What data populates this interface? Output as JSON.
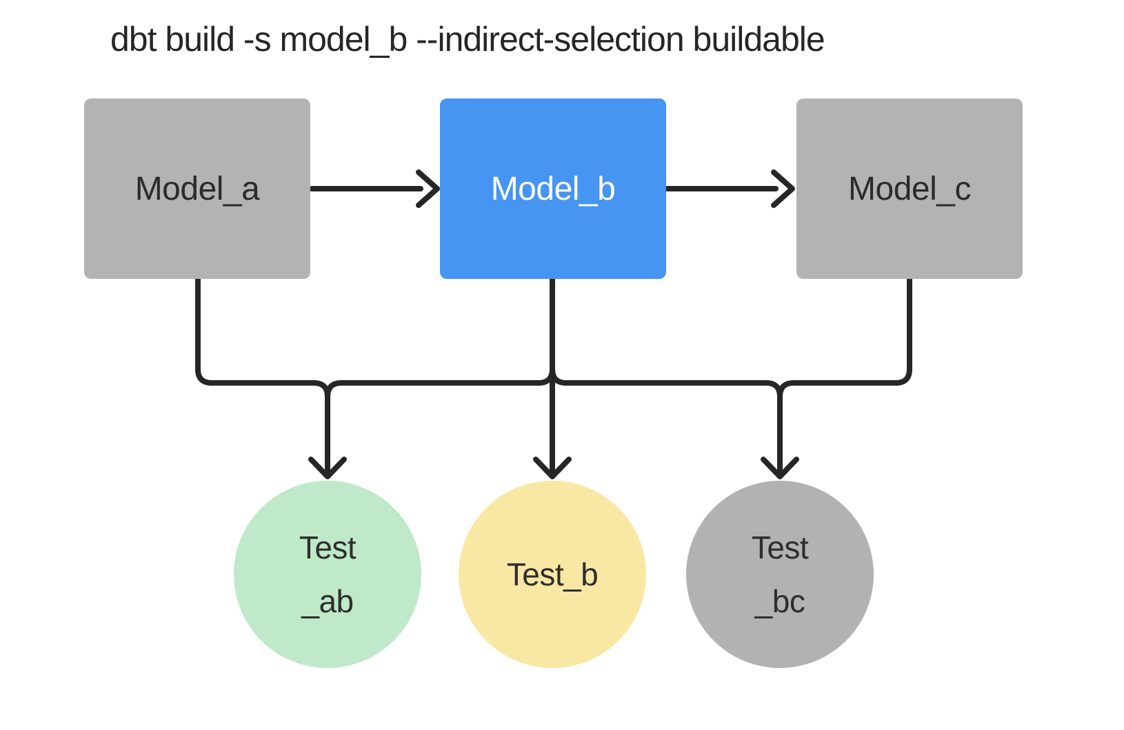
{
  "title": "dbt build -s model_b --indirect-selection buildable",
  "colors": {
    "background": "#ffffff",
    "selected_model_blue": "#4695f2",
    "unselected_gray": "#b3b3b3",
    "test_green": "#bfe9c8",
    "test_yellow": "#f9e7a4",
    "test_gray": "#b2b2b2",
    "edge_stroke": "#262626",
    "text_dark": "#2b2b2b",
    "text_light": "#ffffff"
  },
  "diagram": {
    "models": [
      {
        "id": "model_a",
        "label": "Model_a",
        "fill": "#b3b3b3",
        "text_color": "#2b2b2b"
      },
      {
        "id": "model_b",
        "label": "Model_b",
        "fill": "#4695f2",
        "text_color": "#ffffff"
      },
      {
        "id": "model_c",
        "label": "Model_c",
        "fill": "#b3b3b3",
        "text_color": "#2b2b2b"
      }
    ],
    "tests": [
      {
        "id": "test_ab",
        "label_lines": [
          "Test",
          "_ab"
        ],
        "fill": "#bfe9c8"
      },
      {
        "id": "test_b",
        "label_lines": [
          "Test_b"
        ],
        "fill": "#f9e7a4"
      },
      {
        "id": "test_bc",
        "label_lines": [
          "Test",
          "_bc"
        ],
        "fill": "#b2b2b2"
      }
    ],
    "edges": [
      {
        "from": "model_a",
        "to": "model_b"
      },
      {
        "from": "model_b",
        "to": "model_c"
      },
      {
        "from": "model_a",
        "to": "test_ab"
      },
      {
        "from": "model_b",
        "to": "test_ab"
      },
      {
        "from": "model_b",
        "to": "test_b"
      },
      {
        "from": "model_b",
        "to": "test_bc"
      },
      {
        "from": "model_c",
        "to": "test_bc"
      }
    ]
  }
}
